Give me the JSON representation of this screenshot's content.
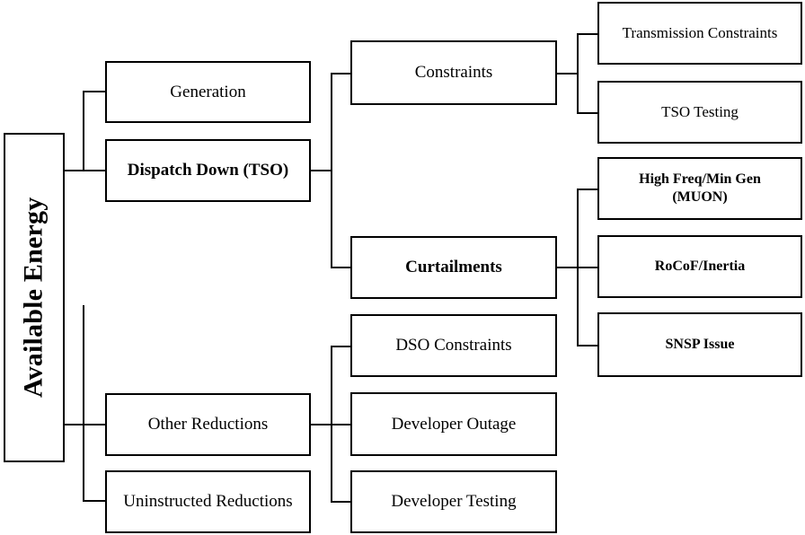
{
  "diagram": {
    "title_node": {
      "id": "available-energy",
      "label": "Available Energy",
      "weight": "bold",
      "orientation": "vertical-rotated"
    },
    "level1": [
      {
        "id": "generation",
        "label": "Generation",
        "weight": "regular"
      },
      {
        "id": "dispatch-down-tso",
        "label": "Dispatch Down (TSO)",
        "weight": "bold"
      },
      {
        "id": "other-reductions",
        "label": "Other Reductions",
        "weight": "regular"
      },
      {
        "id": "uninstructed-reductions",
        "label": "Uninstructed Reductions",
        "weight": "regular"
      }
    ],
    "level2": [
      {
        "id": "constraints",
        "label": "Constraints",
        "weight": "regular",
        "parent": "dispatch-down-tso"
      },
      {
        "id": "curtailments",
        "label": "Curtailments",
        "weight": "bold",
        "parent": "dispatch-down-tso"
      },
      {
        "id": "dso-constraints",
        "label": "DSO Constraints",
        "weight": "regular",
        "parent": "other-reductions"
      },
      {
        "id": "developer-outage",
        "label": "Developer Outage",
        "weight": "regular",
        "parent": "other-reductions"
      },
      {
        "id": "developer-testing",
        "label": "Developer Testing",
        "weight": "regular",
        "parent": "other-reductions"
      }
    ],
    "level3": [
      {
        "id": "transmission-constraints",
        "label": "Transmission Constraints",
        "weight": "regular",
        "parent": "constraints"
      },
      {
        "id": "tso-testing",
        "label": "TSO Testing",
        "weight": "regular",
        "parent": "constraints"
      },
      {
        "id": "high-freq-min-gen",
        "label": "High Freq/Min Gen\n(MUON)",
        "weight": "bold",
        "parent": "curtailments"
      },
      {
        "id": "rocof-inertia",
        "label": "RoCoF/Inertia",
        "weight": "bold",
        "parent": "curtailments"
      },
      {
        "id": "snsp-issue",
        "label": "SNSP Issue",
        "weight": "bold",
        "parent": "curtailments"
      }
    ],
    "colors": {
      "border": "#000000",
      "background": "#ffffff",
      "text": "#000000"
    }
  }
}
